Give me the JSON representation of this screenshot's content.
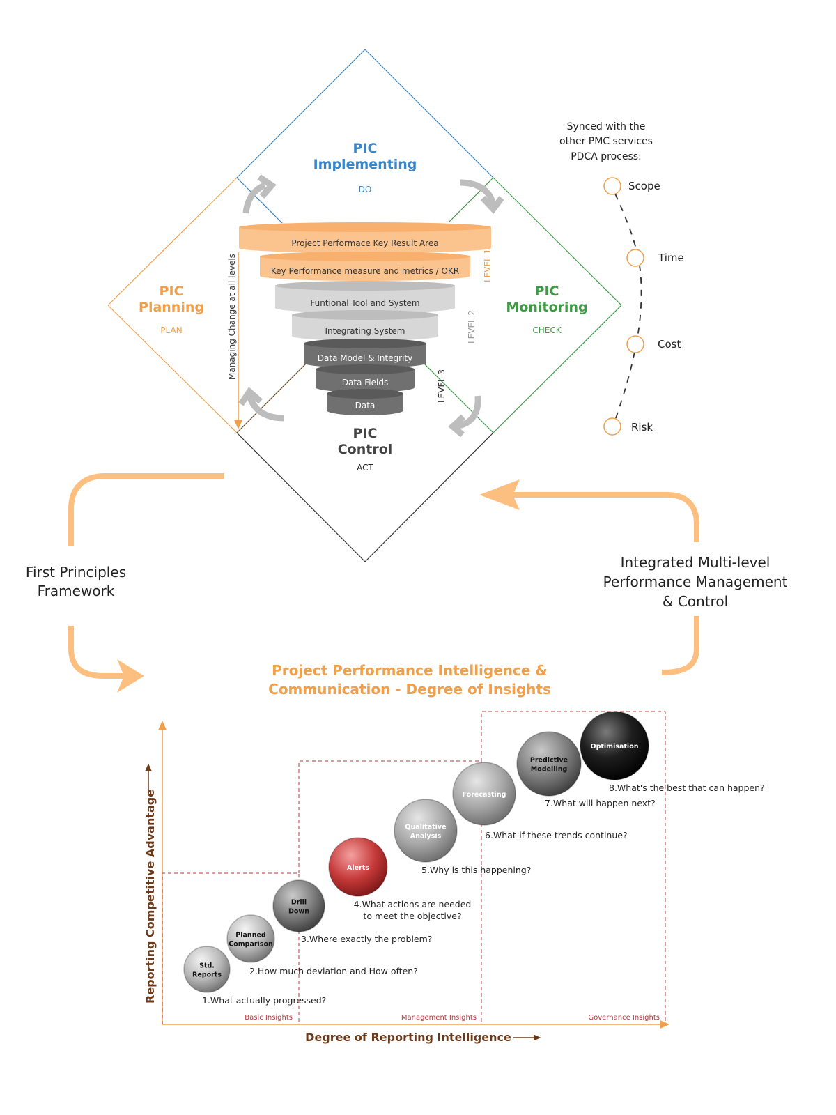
{
  "colors": {
    "blue": "#3a86c8",
    "orange": "#f0a04b",
    "green": "#3f9a45",
    "dark": "#333333",
    "light_orange": "#fdbf80",
    "funnel_orange": "#fbc48f",
    "funnel_light_gray": "#d4d4d4",
    "funnel_dark_gray": "#6e6e6e",
    "dashed_red": "#b5393c",
    "brown": "#6b3a1a",
    "axis_orange": "#f0a04b"
  },
  "pdca": {
    "implementing": {
      "title_1": "PIC",
      "title_2": "Implementing",
      "subtitle": "DO"
    },
    "planning": {
      "title_1": "PIC",
      "title_2": "Planning",
      "subtitle": "PLAN"
    },
    "monitoring": {
      "title_1": "PIC",
      "title_2": "Monitoring",
      "subtitle": "CHECK"
    },
    "control": {
      "title_1": "PIC",
      "title_2": "Control",
      "subtitle": "ACT"
    }
  },
  "funnel": {
    "layers": [
      {
        "label": "Project Performace Key Result Area",
        "tone": "orange"
      },
      {
        "label": "Key Performance measure and metrics / OKR",
        "tone": "orange"
      },
      {
        "label": "Funtional Tool and System",
        "tone": "light-gray"
      },
      {
        "label": "Integrating System",
        "tone": "light-gray"
      },
      {
        "label": "Data Model & Integrity",
        "tone": "dark-gray"
      },
      {
        "label": "Data Fields",
        "tone": "dark-gray"
      },
      {
        "label": "Data",
        "tone": "dark-gray"
      }
    ],
    "levels": [
      "LEVEL 1",
      "LEVEL 2",
      "LEVEL 3"
    ],
    "managing_change": "Managing Change at all levels"
  },
  "sync": {
    "heading": [
      "Synced with the",
      "other PMC services",
      "PDCA process:"
    ],
    "items": [
      "Scope",
      "Time",
      "Cost",
      "Risk"
    ]
  },
  "loop": {
    "left_label": [
      "First Principles",
      "Framework"
    ],
    "right_label": [
      "Integrated Multi-level",
      "Performance Management",
      "& Control"
    ]
  },
  "insights": {
    "title": [
      "Project Performance Intelligence &",
      "Communication - Degree of Insights"
    ],
    "y_axis_label": "Reporting Competitive Advantage",
    "x_axis_label": "Degree of Reporting Intelligence",
    "zones": [
      "Basic Insights",
      "Management Insights",
      "Governance Insights"
    ],
    "steps": [
      {
        "bubble": [
          "Std.",
          "Reports"
        ],
        "question": [
          "1.What actually progressed?"
        ],
        "style": "silver"
      },
      {
        "bubble": [
          "Planned",
          "Comparison"
        ],
        "question": [
          "2.How much deviation and How often?"
        ],
        "style": "silver"
      },
      {
        "bubble": [
          "Drill",
          "Down"
        ],
        "question": [
          "3.Where exactly the problem?"
        ],
        "style": "gray"
      },
      {
        "bubble": [
          "Alerts"
        ],
        "question": [
          "4.What actions are needed",
          "to meet the objective?"
        ],
        "style": "red"
      },
      {
        "bubble": [
          "Qualitative",
          "Analysis"
        ],
        "question": [
          "5.Why is this happening?"
        ],
        "style": "light"
      },
      {
        "bubble": [
          "Forecasting"
        ],
        "question": [
          "6.What-if these trends continue?"
        ],
        "style": "light"
      },
      {
        "bubble": [
          "Predictive",
          "Modelling"
        ],
        "question": [
          "7.What will happen next?"
        ],
        "style": "gray"
      },
      {
        "bubble": [
          "Optimisation"
        ],
        "question": [
          "8.What's the best that can happen?"
        ],
        "style": "black"
      }
    ]
  }
}
